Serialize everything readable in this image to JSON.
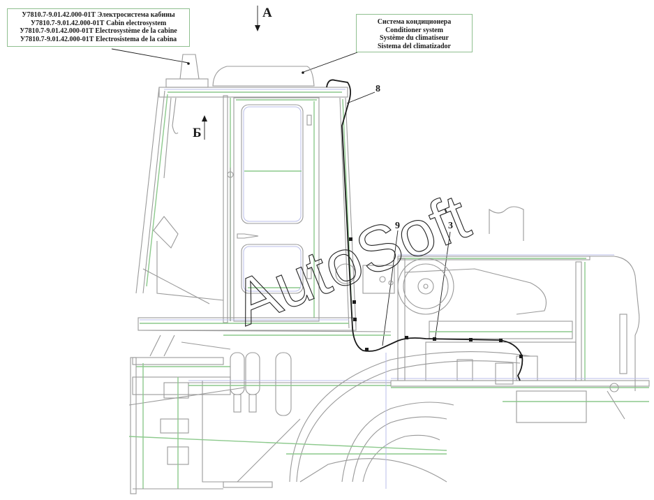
{
  "diagram": {
    "title_callout": {
      "lines": [
        "У7810.7-9.01.42.000-01Т Электросистема кабины",
        "У7810.7-9.01.42.000-01Т  Cabin electrosystem",
        "У7810.7-9.01.42.000-01Т Electrosystème de la cabine",
        "У7810.7-9.01.42.000-01Т Electrosistema de la cabina"
      ]
    },
    "conditioner_callout": {
      "lines": [
        "Система  кондиционера",
        "Conditioner system",
        "Système du climatiseur",
        "Sistema del climatizador"
      ]
    },
    "view_labels": {
      "view_a": "А",
      "view_b": "Б"
    },
    "part_numbers": {
      "p8": "8",
      "p9": "9",
      "p3": "3"
    },
    "watermark": "AutoSoft",
    "colors": {
      "outline": "#999999",
      "green_lines": "#8cc98c",
      "blue_lines": "#b8bce8",
      "harness": "#1a1a1a",
      "callout_border": "#8fbf8f"
    }
  }
}
